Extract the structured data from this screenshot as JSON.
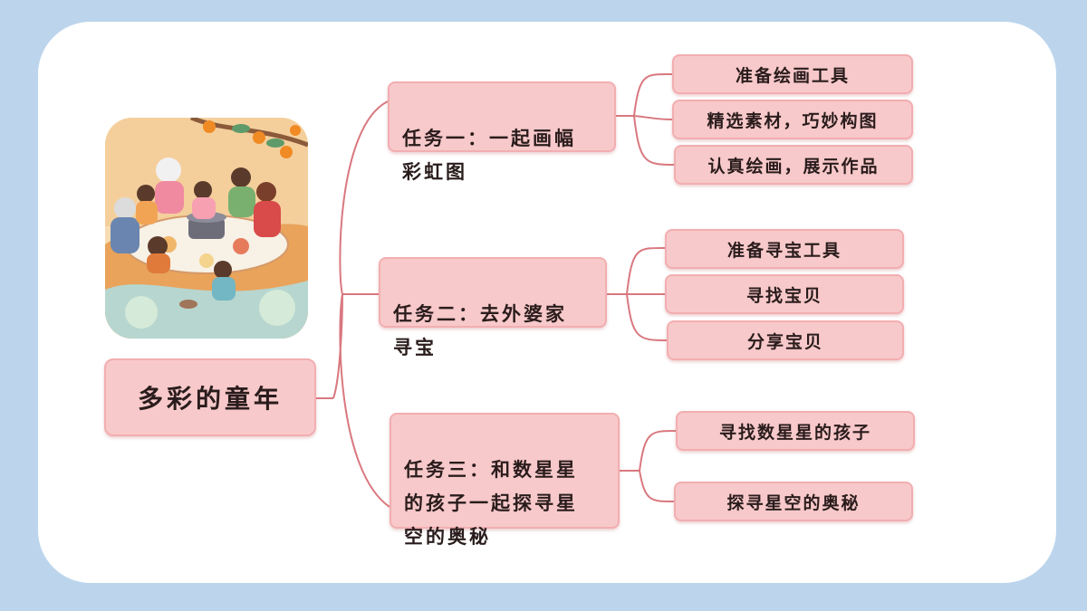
{
  "root": {
    "label": "多彩的童年"
  },
  "illustration": {
    "icon": "family-dinner-illustration"
  },
  "tasks": [
    {
      "label": "任务一：一起画幅\n彩虹图",
      "items": [
        "准备绘画工具",
        "精选素材，巧妙构图",
        "认真绘画，展示作品"
      ]
    },
    {
      "label": "任务二：去外婆家\n寻宝",
      "items": [
        "准备寻宝工具",
        "寻找宝贝",
        "分享宝贝"
      ]
    },
    {
      "label": "任务三：和数星星\n的孩子一起探寻星\n空的奥秘",
      "items": [
        "寻找数星星的孩子",
        "探寻星空的奥秘"
      ]
    }
  ],
  "colors": {
    "background": "#bcd5ec",
    "card": "#ffffff",
    "box_fill": "#f8c9ca",
    "box_border": "#f2aeb1",
    "connector": "#d9787f"
  }
}
